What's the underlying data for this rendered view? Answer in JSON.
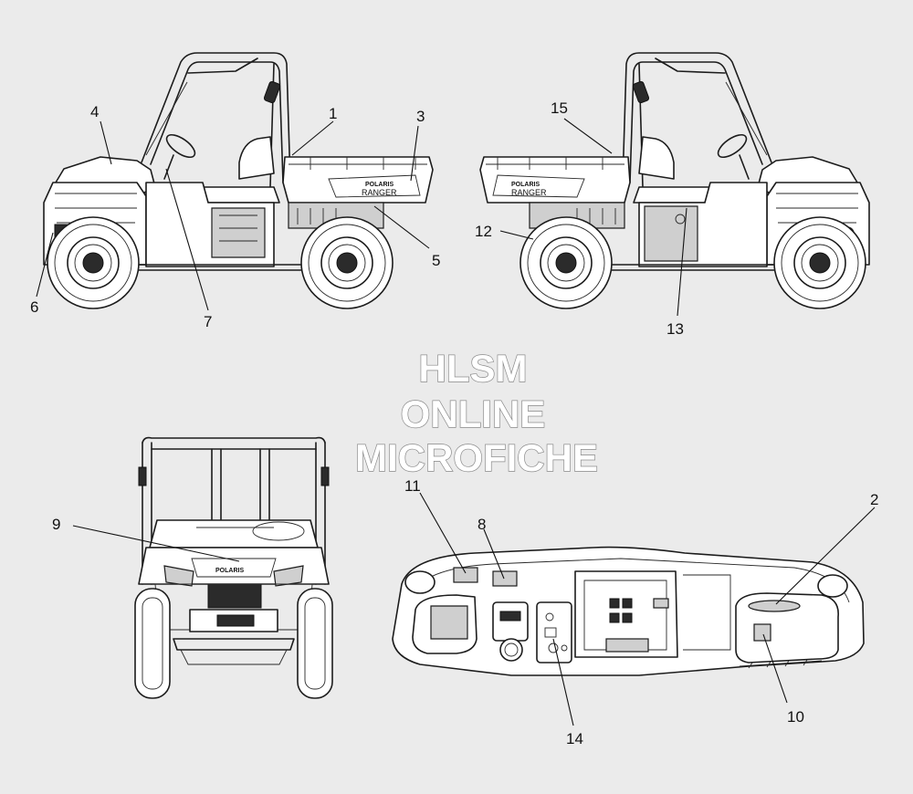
{
  "diagram": {
    "views": {
      "left_side": "left-side-view",
      "right_side": "right-side-view",
      "front": "front-view",
      "dashboard": "dashboard-view"
    },
    "callouts": [
      {
        "id": "c1",
        "label": "1"
      },
      {
        "id": "c2",
        "label": "2"
      },
      {
        "id": "c3",
        "label": "3"
      },
      {
        "id": "c4",
        "label": "4"
      },
      {
        "id": "c5",
        "label": "5"
      },
      {
        "id": "c6",
        "label": "6"
      },
      {
        "id": "c7",
        "label": "7"
      },
      {
        "id": "c8",
        "label": "8"
      },
      {
        "id": "c9",
        "label": "9"
      },
      {
        "id": "c10",
        "label": "10"
      },
      {
        "id": "c11",
        "label": "11"
      },
      {
        "id": "c12",
        "label": "12"
      },
      {
        "id": "c13",
        "label": "13"
      },
      {
        "id": "c14",
        "label": "14"
      },
      {
        "id": "c15",
        "label": "15"
      }
    ],
    "vehicle_text": {
      "brand": "POLARIS",
      "model": "RANGER"
    },
    "watermark": {
      "line1": "HLSM",
      "line2": "ONLINE",
      "line3": "MICROFICHE"
    },
    "colors": {
      "background": "#ebebeb",
      "line": "#1c1c1c",
      "watermark_outline": "#8a8a8a"
    }
  }
}
